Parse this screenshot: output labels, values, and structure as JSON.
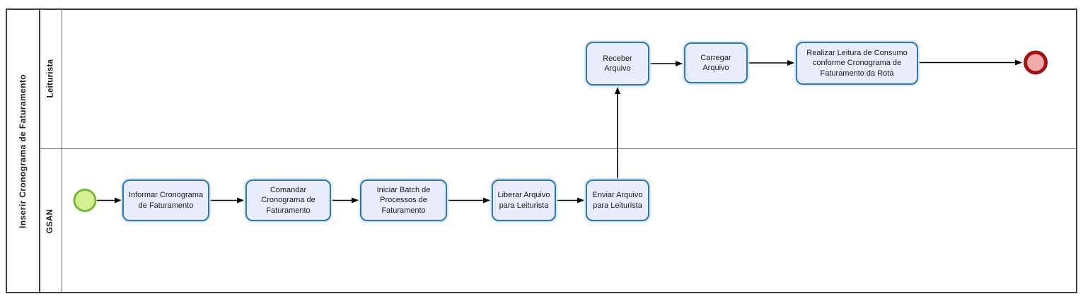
{
  "pool": {
    "title": "Inserir Cronograma de Faturamento"
  },
  "lanes": [
    {
      "label": "Leiturista"
    },
    {
      "label": "GSAN"
    }
  ],
  "tasks": [
    {
      "label": "Informar Cronograma de Faturamento",
      "lane": "GSAN"
    },
    {
      "label": "Comandar Cronograma de Faturamento",
      "lane": "GSAN"
    },
    {
      "label": "Iniciar Batch de Processos de Faturamento",
      "lane": "GSAN"
    },
    {
      "label": "Liberar Arquivo para Leiturista",
      "lane": "GSAN"
    },
    {
      "label": "Enviar Arquivo para Leiturista",
      "lane": "GSAN"
    },
    {
      "label": "Receber Arquivo",
      "lane": "Leiturista"
    },
    {
      "label": "Carregar Arquivo",
      "lane": "Leiturista"
    },
    {
      "label": "Realizar Leitura de Consumo conforme Cronograma de Faturamento da Rota",
      "lane": "Leiturista"
    }
  ],
  "events": [
    {
      "type": "start-event",
      "fill": "#d5ee91",
      "stroke": "#77b832"
    },
    {
      "type": "end-event",
      "fill": "#f0a8a8",
      "stroke": "#a01313"
    }
  ],
  "colors": {
    "task_fill": "#e9edfb",
    "task_border": "#2e7bab",
    "pool_border": "#3e3e3e",
    "lane_line": "#6b6b6b",
    "connector": "#000000"
  }
}
